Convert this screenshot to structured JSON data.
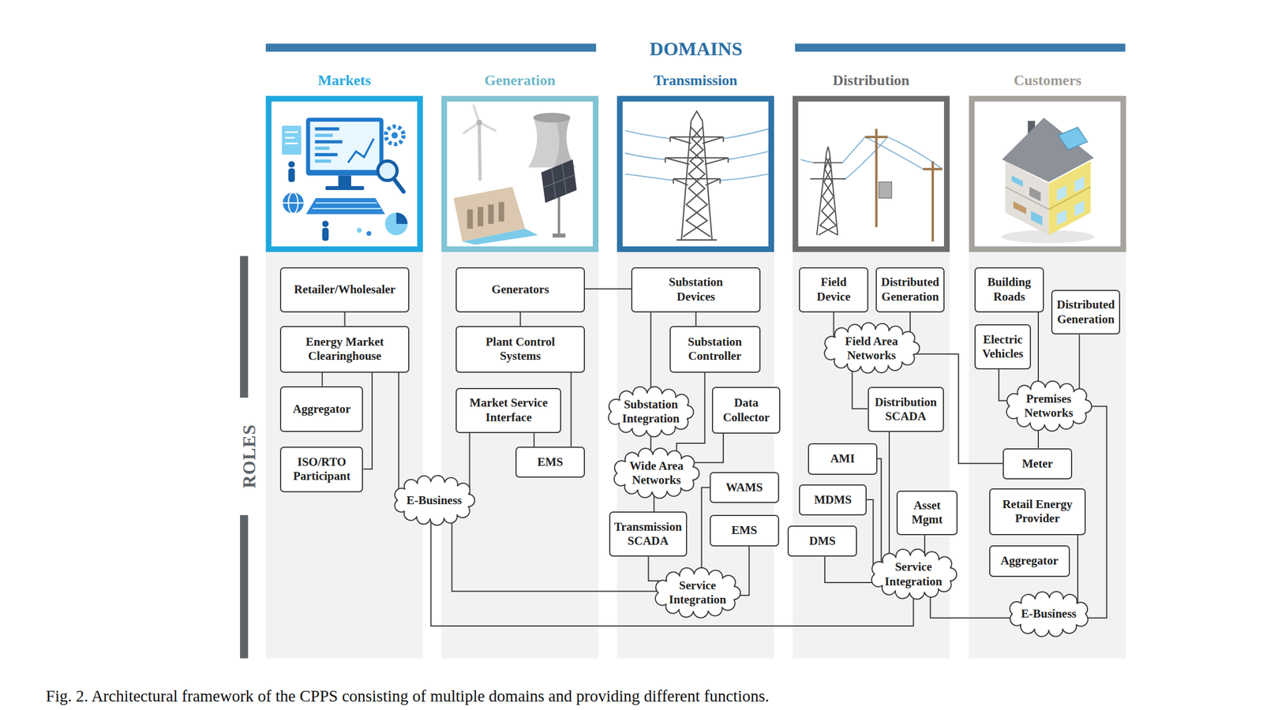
{
  "diagram": {
    "title": "DOMAINS",
    "caption": "Fig. 2. Architectural framework of the CPPS consisting of multiple domains and providing different functions.",
    "nodes": [
      {
        "text": [
          "Markets"
        ]
      },
      {
        "text": [
          "Retailer/Wholesaler"
        ],
        "in": 0
      },
      {
        "text": [
          "Energy Market Clearinghouse"
        ],
        "in": 0
      },
      {
        "text": [
          "Aggregator"
        ],
        "in": 0
      },
      {
        "text": [
          "ISO/RTO Participant"
        ],
        "in": 0
      },
      {
        "text": [
          "E-Business"
        ]
      },
      {
        "text": [
          "Generation"
        ]
      },
      {
        "text": [
          "Generators"
        ],
        "in": 6
      },
      {
        "text": [
          "Plant Control Systems"
        ],
        "in": 6
      },
      {
        "text": [
          "Market Service Interface"
        ],
        "in": 6
      },
      {
        "text": [
          "EMS"
        ],
        "in": 6
      },
      {
        "text": [
          "Transmission"
        ]
      },
      {
        "text": [
          "Substation Devices"
        ],
        "in": 11
      },
      {
        "text": [
          "Substation Controller"
        ],
        "in": 11
      },
      {
        "text": [
          "Substation Integration"
        ],
        "in": 11
      },
      {
        "text": [
          "Data Collector"
        ],
        "in": 11
      },
      {
        "text": [
          "Wide Area Networks"
        ],
        "in": 11
      },
      {
        "text": [
          "WAMS"
        ],
        "in": 11
      },
      {
        "text": [
          "Transmission SCADA"
        ],
        "in": 11
      },
      {
        "text": [
          "EMS"
        ],
        "in": 11
      },
      {
        "text": [
          "Service Integration"
        ],
        "in": 11
      },
      {
        "text": [
          "Distribution"
        ]
      },
      {
        "text": [
          "Field Device"
        ],
        "in": 21
      },
      {
        "text": [
          "Distributed Generation"
        ],
        "in": 21
      },
      {
        "text": [
          "Field Area Networks"
        ],
        "in": 21
      },
      {
        "text": [
          "Distribution SCADA"
        ],
        "in": 21
      },
      {
        "text": [
          "AMI"
        ],
        "in": 21
      },
      {
        "text": [
          "MDMS"
        ],
        "in": 21
      },
      {
        "text": [
          "Asset Mgmt"
        ],
        "in": 21
      },
      {
        "text": [
          "DMS"
        ],
        "in": 21
      },
      {
        "text": [
          "Service Integration"
        ],
        "in": 21
      },
      {
        "text": [
          "Customers"
        ]
      },
      {
        "text": [
          "Building Roads"
        ],
        "in": 31
      },
      {
        "text": [
          "Distributed Generation"
        ],
        "in": 31
      },
      {
        "text": [
          "Electric Vehicles"
        ],
        "in": 31
      },
      {
        "text": [
          "Premises Networks"
        ],
        "in": 31
      },
      {
        "text": [
          "Meter"
        ],
        "in": 31
      },
      {
        "text": [
          "Retail Energy Provider"
        ],
        "in": 31
      },
      {
        "text": [
          "Aggregator"
        ],
        "in": 31
      },
      {
        "text": [
          "E-Business"
        ],
        "in": 31
      }
    ],
    "edges": [
      {
        "from": 1,
        "to": 2,
        "arrow": "none"
      },
      {
        "from": 2,
        "to": 3,
        "arrow": "none"
      },
      {
        "from": 4,
        "to": 2,
        "arrow": "none"
      },
      {
        "from": 2,
        "to": 5,
        "arrow": "none"
      },
      {
        "from": 5,
        "to": 30,
        "arrow": "none"
      },
      {
        "from": 7,
        "to": 8,
        "arrow": "none"
      },
      {
        "from": 7,
        "to": 12,
        "arrow": "none"
      },
      {
        "from": 8,
        "to": 10,
        "arrow": "none"
      },
      {
        "from": 9,
        "to": 5,
        "arrow": "none"
      },
      {
        "from": 9,
        "to": 10,
        "arrow": "none"
      },
      {
        "from": 5,
        "to": 20,
        "arrow": "none"
      },
      {
        "from": 12,
        "to": 14,
        "arrow": "none"
      },
      {
        "from": 12,
        "to": 13,
        "arrow": "none"
      },
      {
        "from": 13,
        "to": 16,
        "arrow": "none"
      },
      {
        "from": 14,
        "to": 16,
        "arrow": "none"
      },
      {
        "from": 15,
        "to": 16,
        "arrow": "none"
      },
      {
        "from": 16,
        "to": 18,
        "arrow": "none"
      },
      {
        "from": 17,
        "to": 20,
        "arrow": "none"
      },
      {
        "from": 19,
        "to": 20,
        "arrow": "none"
      },
      {
        "from": 18,
        "to": 20,
        "arrow": "none"
      },
      {
        "from": 22,
        "to": 24,
        "arrow": "none"
      },
      {
        "from": 23,
        "to": 24,
        "arrow": "none"
      },
      {
        "from": 24,
        "to": 25,
        "arrow": "none"
      },
      {
        "from": 24,
        "to": 36,
        "arrow": "none"
      },
      {
        "from": 25,
        "to": 30,
        "arrow": "none"
      },
      {
        "from": 26,
        "to": 30,
        "arrow": "none"
      },
      {
        "from": 27,
        "to": 30,
        "arrow": "none"
      },
      {
        "from": 29,
        "to": 30,
        "arrow": "none"
      },
      {
        "from": 28,
        "to": 30,
        "arrow": "none"
      },
      {
        "from": 30,
        "to": 39,
        "arrow": "none"
      },
      {
        "from": 32,
        "to": 35,
        "arrow": "none"
      },
      {
        "from": 34,
        "to": 35,
        "arrow": "none"
      },
      {
        "from": 33,
        "to": 35,
        "arrow": "none"
      },
      {
        "from": 35,
        "to": 36,
        "arrow": "none"
      },
      {
        "from": 35,
        "to": 39,
        "arrow": "none"
      },
      {
        "from": 37,
        "to": 39,
        "arrow": "none"
      }
    ],
    "labels": [
      "ROLES"
    ]
  }
}
